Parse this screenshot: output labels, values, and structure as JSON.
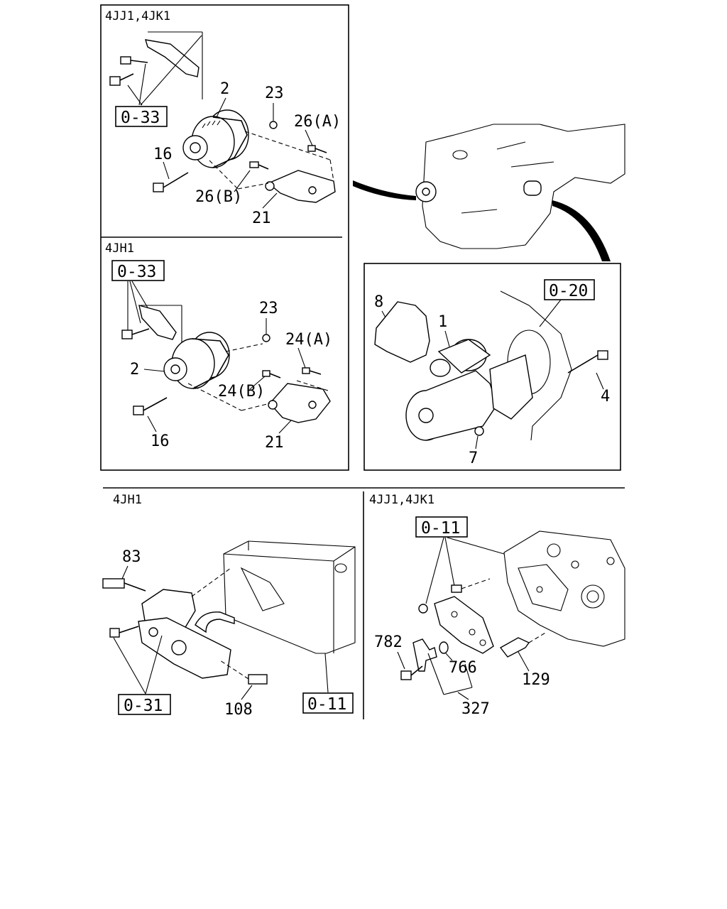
{
  "panels": {
    "top_left": {
      "header": "4JJ1,4JK1",
      "ref_box": "0-33",
      "callouts": [
        "2",
        "23",
        "26(A)",
        "16",
        "26(B)",
        "21"
      ]
    },
    "middle_left": {
      "header": "4JH1",
      "ref_box": "0-33",
      "callouts": [
        "23",
        "24(A)",
        "2",
        "24(B)",
        "16",
        "21"
      ]
    },
    "right_starter": {
      "ref_box": "0-20",
      "callouts": [
        "8",
        "1",
        "4",
        "7"
      ]
    },
    "bottom_left": {
      "header": "4JH1",
      "ref_boxes": [
        "0-31",
        "0-11"
      ],
      "callouts": [
        "83",
        "108"
      ]
    },
    "bottom_right": {
      "header": "4JJ1,4JK1",
      "ref_box": "0-11",
      "callouts": [
        "782",
        "766",
        "129",
        "327"
      ]
    }
  }
}
